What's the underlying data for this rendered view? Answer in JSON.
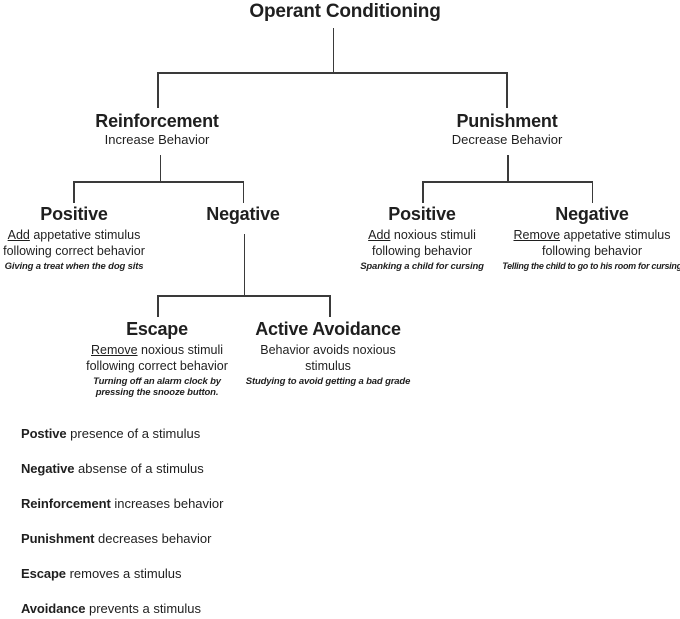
{
  "title": "Operant Conditioning",
  "branches": [
    {
      "label": "Reinforcement",
      "sublabel": "Increase Behavior"
    },
    {
      "label": "Punishment",
      "sublabel": "Decrease Behavior"
    }
  ],
  "nodes": [
    {
      "label": "Positive",
      "lead": "Add",
      "line1": " appetative stimulus",
      "line2": "following correct behavior",
      "example": "Giving a treat when the dog sits"
    },
    {
      "label": "Negative",
      "lead": "",
      "line1": "",
      "line2": "",
      "example": ""
    },
    {
      "label": "Positive",
      "lead": "Add",
      "line1": " noxious stimuli",
      "line2": "following behavior",
      "example": "Spanking a child for cursing"
    },
    {
      "label": "Negative",
      "lead": "Remove",
      "line1": " appetative stimulus",
      "line2": "following behavior",
      "example": "Telling the child to go to his room for cursing"
    },
    {
      "label": "Escape",
      "lead": "Remove",
      "line1": " noxious stimuli",
      "line2": "following correct behavior",
      "example": "Turning off an alarm clock by pressing the snooze button."
    },
    {
      "label": "Active Avoidance",
      "lead": "",
      "line1": "Behavior avoids noxious",
      "line2": "stimulus",
      "example": "Studying to avoid getting a bad grade"
    }
  ],
  "legend": [
    {
      "term": "Postive",
      "definition": "presence of a stimulus"
    },
    {
      "term": "Negative",
      "definition": "absense of a stimulus"
    },
    {
      "term": "Reinforcement",
      "definition": "increases behavior"
    },
    {
      "term": "Punishment",
      "definition": "decreases behavior"
    },
    {
      "term": "Escape",
      "definition": "removes a stimulus"
    },
    {
      "term": "Avoidance",
      "definition": "prevents a stimulus"
    }
  ],
  "colors": {
    "text": "#1f1f1f",
    "line": "#3a3a3a",
    "background": "#ffffff"
  }
}
